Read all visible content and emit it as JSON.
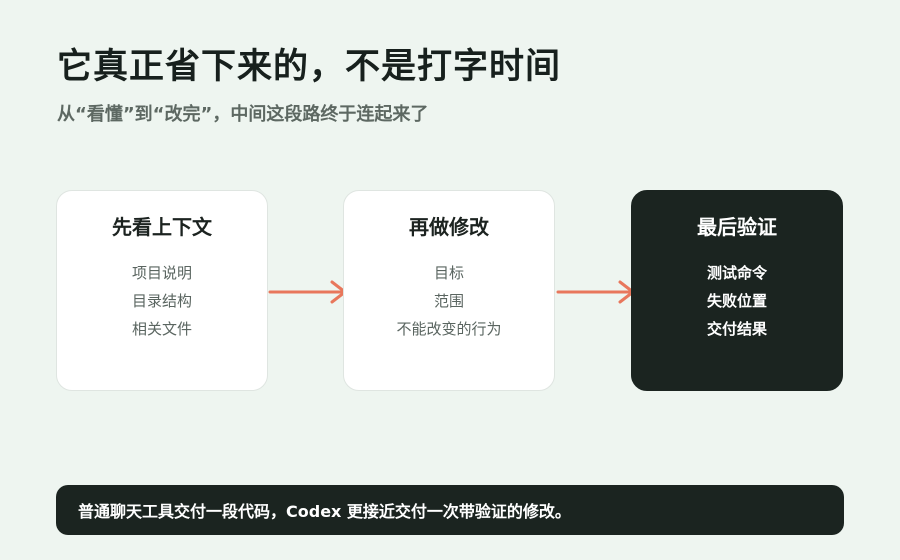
{
  "title": "它真正省下来的，不是打字时间",
  "subtitle": "从“看懂”到“改完”，中间这段路终于连起来了",
  "cards": [
    {
      "title": "先看上下文",
      "items": [
        "项目说明",
        "目录结构",
        "相关文件"
      ]
    },
    {
      "title": "再做修改",
      "items": [
        "目标",
        "范围",
        "不能改变的行为"
      ]
    },
    {
      "title": "最后验证",
      "items": [
        "测试命令",
        "失败位置",
        "交付结果"
      ]
    }
  ],
  "footer": "普通聊天工具交付一段代码，Codex 更接近交付一次带验证的修改。",
  "colors": {
    "background": "#eef5f0",
    "card": "#ffffff",
    "dark": "#1b2420",
    "arrow": "#e8775c"
  },
  "icons": [
    "arrow-right-icon"
  ]
}
